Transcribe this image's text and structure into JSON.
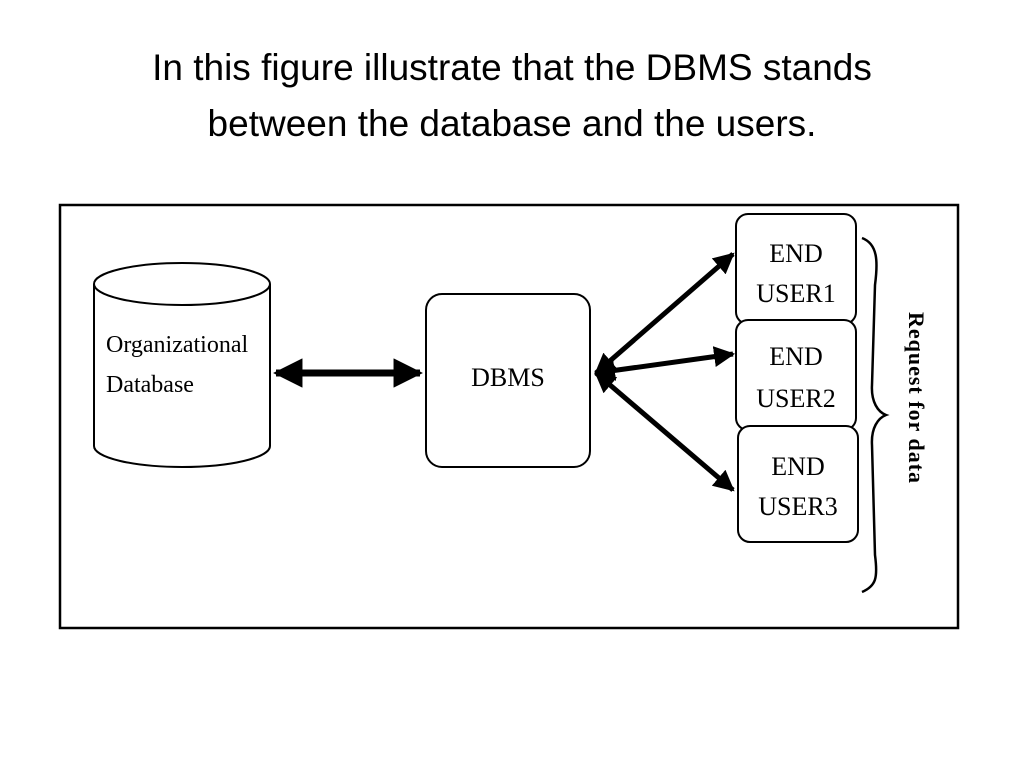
{
  "slide": {
    "title_line1": "In this figure illustrate that the DBMS stands",
    "title_line2": "between the database and the users."
  },
  "diagram": {
    "database": {
      "line1": "Organizational",
      "line2": "Database"
    },
    "dbms": {
      "label": "DBMS"
    },
    "users": [
      {
        "line1": "END",
        "line2": "USER1"
      },
      {
        "line1": "END",
        "line2": "USER2"
      },
      {
        "line1": "END",
        "line2": "USER3"
      }
    ],
    "brace_label": "Request for data",
    "colors": {
      "stroke": "#000000",
      "fill": "#ffffff"
    }
  }
}
